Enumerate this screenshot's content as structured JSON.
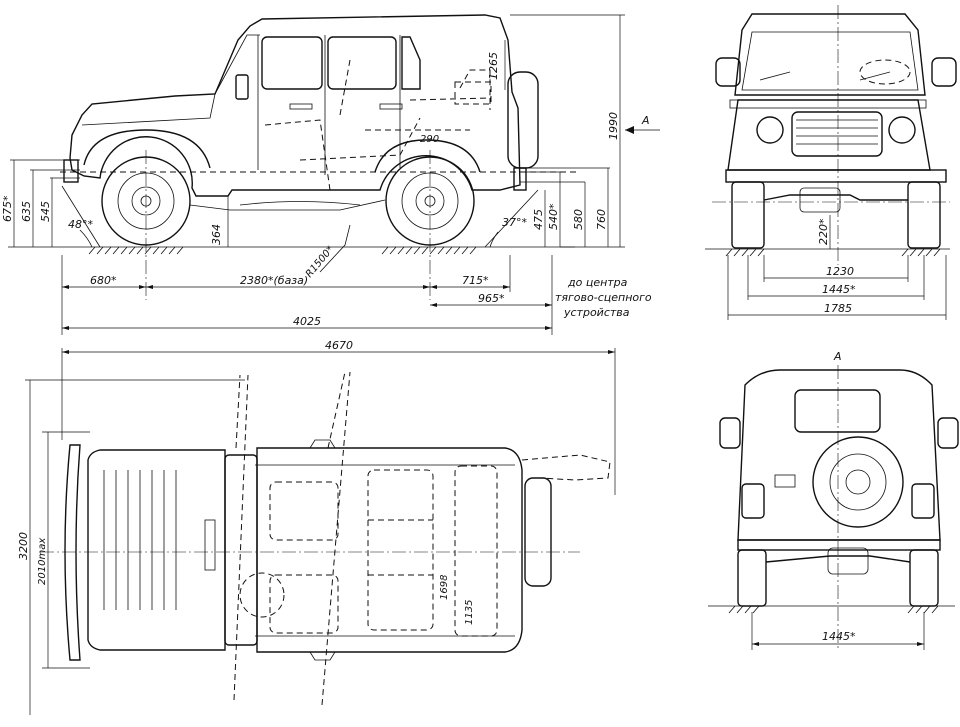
{
  "side_view": {
    "dims": {
      "height_total": "1990",
      "roof_height": "1265",
      "h675": "675*",
      "h635": "635",
      "h545": "545",
      "clear_364": "364",
      "angle_front": "48°*",
      "angle_rear": "37°*",
      "h475": "475",
      "h540": "540*",
      "h580": "580",
      "h760": "760",
      "radius": "R1500*",
      "front_overhang": "680*",
      "wheelbase": "2380*(база)",
      "d715": "715*",
      "d965": "965*",
      "length_body": "4025",
      "d290": "290"
    },
    "view_arrow": "A",
    "towbar_note": [
      "до центра",
      "тягово-сцепного",
      "устройства"
    ]
  },
  "front_view": {
    "dims": {
      "clear_220": "220*",
      "track_inner": "1230",
      "track": "1445*",
      "width": "1785"
    }
  },
  "top_view": {
    "dims": {
      "overall_length": "4670",
      "width_3200": "3200",
      "width_2010": "2010max",
      "inner_1698": "1698",
      "inner_1135": "1135"
    }
  },
  "rear_view": {
    "view_label": "A",
    "dims": {
      "track": "1445*"
    }
  }
}
